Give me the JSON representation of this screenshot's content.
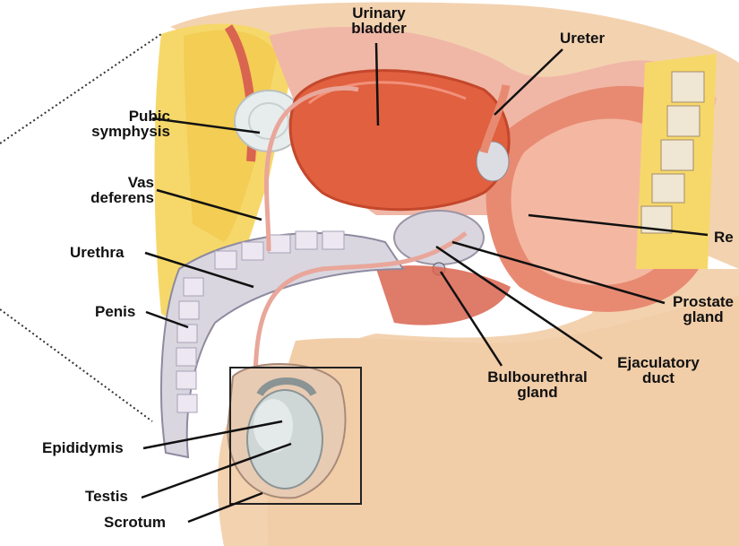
{
  "labels": {
    "urinary_bladder": [
      "Urinary",
      "bladder"
    ],
    "ureter": "Ureter",
    "pubic_symphysis": [
      "Pubic",
      "symphysis"
    ],
    "vas_deferens": [
      "Vas",
      "deferens"
    ],
    "urethra": "Urethra",
    "penis": "Penis",
    "rectum": "Re",
    "prostate_gland": [
      "Prostate",
      "gland"
    ],
    "ejaculatory_duct": [
      "Ejaculatory",
      "duct"
    ],
    "bulbourethral_gland": [
      "Bulbourethral",
      "gland"
    ],
    "epididymis": "Epididymis",
    "testis": "Testis",
    "scrotum": "Scrotum"
  },
  "colors": {
    "skin": "#f3d2b0",
    "skin_dark": "#e6b48c",
    "muscle": "#d9644f",
    "fat": "#f6d86a",
    "bladder": "#e0603f",
    "bone": "#efe6d3",
    "tissue_gray": "#d9d6df",
    "leader": "#111111"
  }
}
